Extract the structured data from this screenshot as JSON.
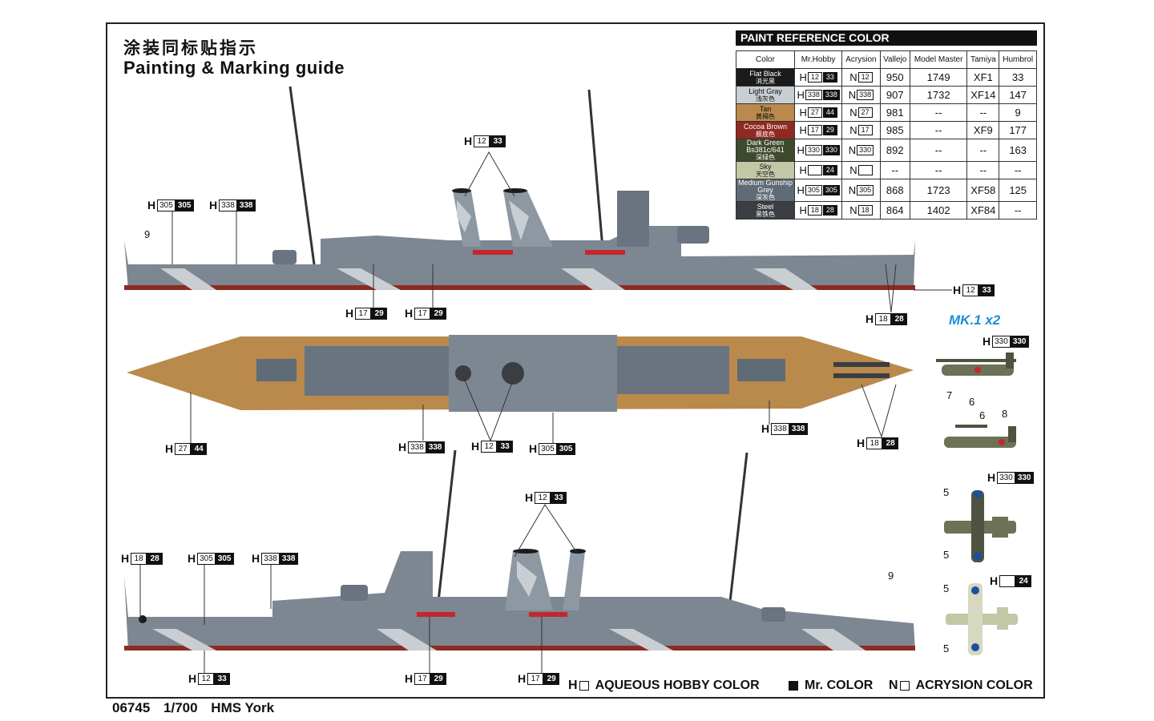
{
  "title_cn": "涂装同标贴指示",
  "title_en": "Painting & Marking guide",
  "footer": {
    "code": "06745",
    "scale": "1/700",
    "name": "HMS York"
  },
  "mk_label": "MK.1 x2",
  "paint_table": {
    "header": "PAINT REFERENCE COLOR",
    "columns": {
      "color": "Color",
      "mrhobby": "Mr.Hobby",
      "acrysion": "Acrysion",
      "vallejo": "Vallejo",
      "model_master": "Model Master",
      "tamiya": "Tamiya",
      "humbrol": "Humbrol"
    },
    "rows": [
      {
        "en": "Flat Black",
        "cn": "消光黑",
        "swatch": "#1b1b1b",
        "h1": "12",
        "h2": "33",
        "n": "12",
        "vallejo": "950",
        "mm": "1749",
        "tamiya": "XF1",
        "humbrol": "33"
      },
      {
        "en": "Light Gray",
        "cn": "浅灰色",
        "swatch": "#c9ced2",
        "h1": "338",
        "h2": "338",
        "n": "338",
        "vallejo": "907",
        "mm": "1732",
        "tamiya": "XF14",
        "humbrol": "147"
      },
      {
        "en": "Tan",
        "cn": "黄褐色",
        "swatch": "#b98a4c",
        "h1": "27",
        "h2": "44",
        "n": "27",
        "vallejo": "981",
        "mm": "--",
        "tamiya": "--",
        "humbrol": "9"
      },
      {
        "en": "Cocoa Brown",
        "cn": "舰底色",
        "swatch": "#8e2a22",
        "h1": "17",
        "h2": "29",
        "n": "17",
        "vallejo": "985",
        "mm": "--",
        "tamiya": "XF9",
        "humbrol": "177"
      },
      {
        "en": "Dark Green Bs381c/641",
        "cn": "深绿色",
        "swatch": "#3f4a2c",
        "h1": "330",
        "h2": "330",
        "n": "330",
        "vallejo": "892",
        "mm": "--",
        "tamiya": "--",
        "humbrol": "163"
      },
      {
        "en": "Sky",
        "cn": "天空色",
        "swatch": "#c4c7a6",
        "h1": "",
        "h2": "24",
        "n": "",
        "vallejo": "--",
        "mm": "--",
        "tamiya": "--",
        "humbrol": "--"
      },
      {
        "en": "Medium Gunship Grey",
        "cn": "深灰色",
        "swatch": "#5f6b76",
        "h1": "305",
        "h2": "305",
        "n": "305",
        "vallejo": "868",
        "mm": "1723",
        "tamiya": "XF58",
        "humbrol": "125"
      },
      {
        "en": "Steel",
        "cn": "黑铁色",
        "swatch": "#3a3d42",
        "h1": "18",
        "h2": "28",
        "n": "18",
        "vallejo": "864",
        "mm": "1402",
        "tamiya": "XF84",
        "humbrol": "--"
      }
    ]
  },
  "callouts": [
    {
      "h": "H",
      "n1": "305",
      "n2": "305"
    },
    {
      "h": "H",
      "n1": "338",
      "n2": "338"
    },
    {
      "h": "H",
      "n1": "12",
      "n2": "33"
    },
    {
      "h": "H",
      "n1": "12",
      "n2": "33"
    },
    {
      "h": "H",
      "n1": "17",
      "n2": "29"
    },
    {
      "h": "H",
      "n1": "17",
      "n2": "29"
    },
    {
      "h": "H",
      "n1": "18",
      "n2": "28"
    },
    {
      "h": "H",
      "n1": "330",
      "n2": "330"
    },
    {
      "h": "H",
      "n1": "27",
      "n2": "44"
    },
    {
      "h": "H",
      "n1": "338",
      "n2": "338"
    },
    {
      "h": "H",
      "n1": "12",
      "n2": "33"
    },
    {
      "h": "H",
      "n1": "305",
      "n2": "305"
    },
    {
      "h": "H",
      "n1": "338",
      "n2": "338"
    },
    {
      "h": "H",
      "n1": "18",
      "n2": "28"
    },
    {
      "h": "H",
      "n1": "330",
      "n2": "330"
    },
    {
      "h": "H",
      "n1": "12",
      "n2": "33"
    },
    {
      "h": "H",
      "n1": "18",
      "n2": "28"
    },
    {
      "h": "H",
      "n1": "305",
      "n2": "305"
    },
    {
      "h": "H",
      "n1": "338",
      "n2": "338"
    },
    {
      "h": "H",
      "n1": "",
      "n2": "24"
    },
    {
      "h": "H",
      "n1": "12",
      "n2": "33"
    },
    {
      "h": "H",
      "n1": "17",
      "n2": "29"
    },
    {
      "h": "H",
      "n1": "17",
      "n2": "29"
    }
  ],
  "numbers": [
    "9",
    "7",
    "6",
    "6",
    "8",
    "5",
    "5",
    "5",
    "5",
    "9"
  ],
  "legend": {
    "aqueous": "AQUEOUS HOBBY COLOR",
    "mr": "Mr. COLOR",
    "acrysion": "ACRYSION COLOR",
    "h": "H",
    "n": "N"
  },
  "colors": {
    "hull": "#7d8792",
    "deck": "#b98a4c",
    "dazzle": "#c9ced2",
    "dark": "#4e5965",
    "aircraft": "#6b7256",
    "red": "#c1272d",
    "accent": "#1a8fd6"
  }
}
